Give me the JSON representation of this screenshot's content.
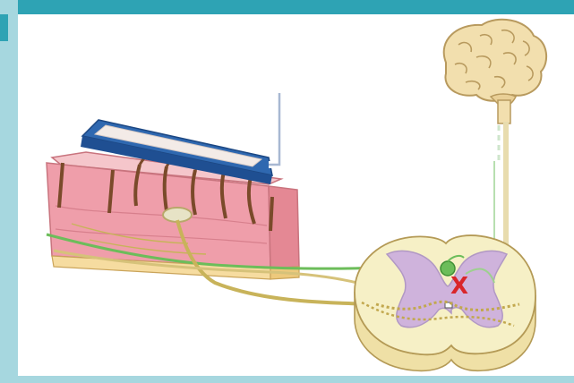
{
  "figure": {
    "lesion_mark": "X"
  },
  "colors": {
    "frame_dark": "#2ea3b4",
    "frame_light": "#a6d7df",
    "skin_surface": "#f1b3ba",
    "skin_side": "#e8909a",
    "fat_layer": "#f6dca0",
    "hot_plate": "#2f68b0",
    "nerve_sensory": "#c8b35a",
    "nerve_green": "#6cbd5a",
    "gray_matter": "#cfb3dc",
    "white_matter": "#f6f0c6",
    "brain": "#f2dfae",
    "lesion_x": "#d9262a"
  },
  "icons": {
    "brain": "brain-illustration",
    "spinal_cord": "spinal-cord-cross-section",
    "skin": "skin-block",
    "stimulus": "hot-plate"
  }
}
